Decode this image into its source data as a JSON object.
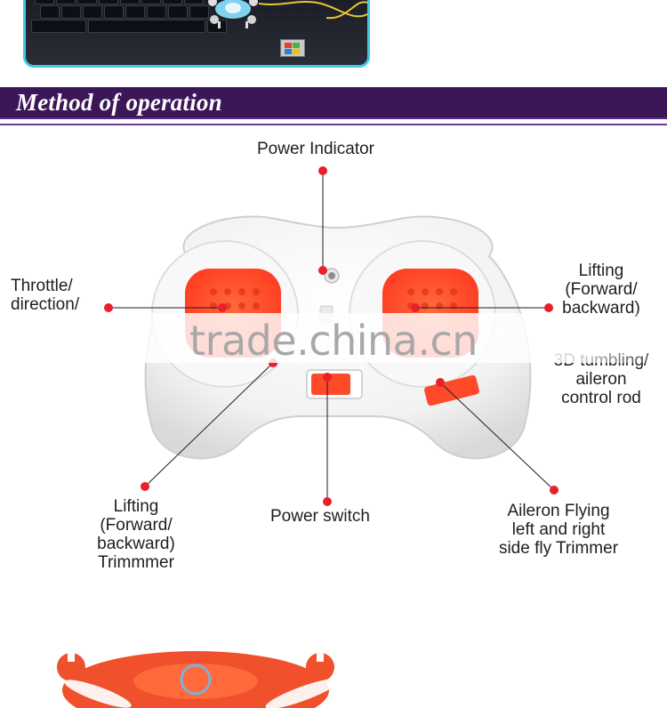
{
  "banner": {
    "title": "Method of operation"
  },
  "labels": {
    "power_indicator": "Power Indicator",
    "throttle": [
      "Throttle/",
      "direction/"
    ],
    "lifting_right": [
      "Lifting",
      "(Forward/",
      "backward)"
    ],
    "tumbling": [
      "3D tumbling/",
      "aileron",
      "control rod"
    ],
    "lifting_trimmer": [
      "Lifting",
      "(Forward/",
      "backward)",
      "Trimmmer"
    ],
    "power_switch": "Power switch",
    "aileron_trimmer": [
      "Aileron Flying",
      "left and right",
      "side fly Trimmer"
    ]
  },
  "watermark": "trade.china.cn",
  "colors": {
    "banner_bg": "#3b1758",
    "callout_red": "#e8202a",
    "controller_body": "#f4f4f4",
    "stick_red": "#ff4a2a",
    "frame_cyan": "#41c7e3"
  }
}
